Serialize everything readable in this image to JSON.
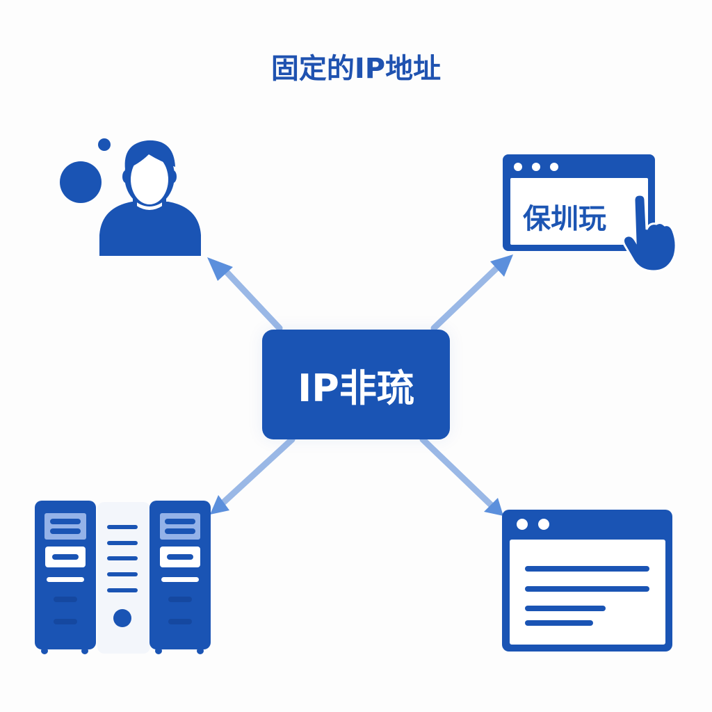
{
  "title": "固定的IP地址",
  "center_node": {
    "label": "IP非琉"
  },
  "nodes": {
    "top_left": {
      "icon": "user-icon"
    },
    "top_right": {
      "icon": "browser-click-icon",
      "label": "保圳玩"
    },
    "bottom_left": {
      "icon": "server-rack-icon"
    },
    "bottom_right": {
      "icon": "browser-document-icon"
    }
  },
  "colors": {
    "primary": "#1a54b4",
    "arrow": "#9ab8e6",
    "arrow_head": "#5b8fdc",
    "server_slot_light": "#94b2e8",
    "background": "#fdfdfd"
  }
}
